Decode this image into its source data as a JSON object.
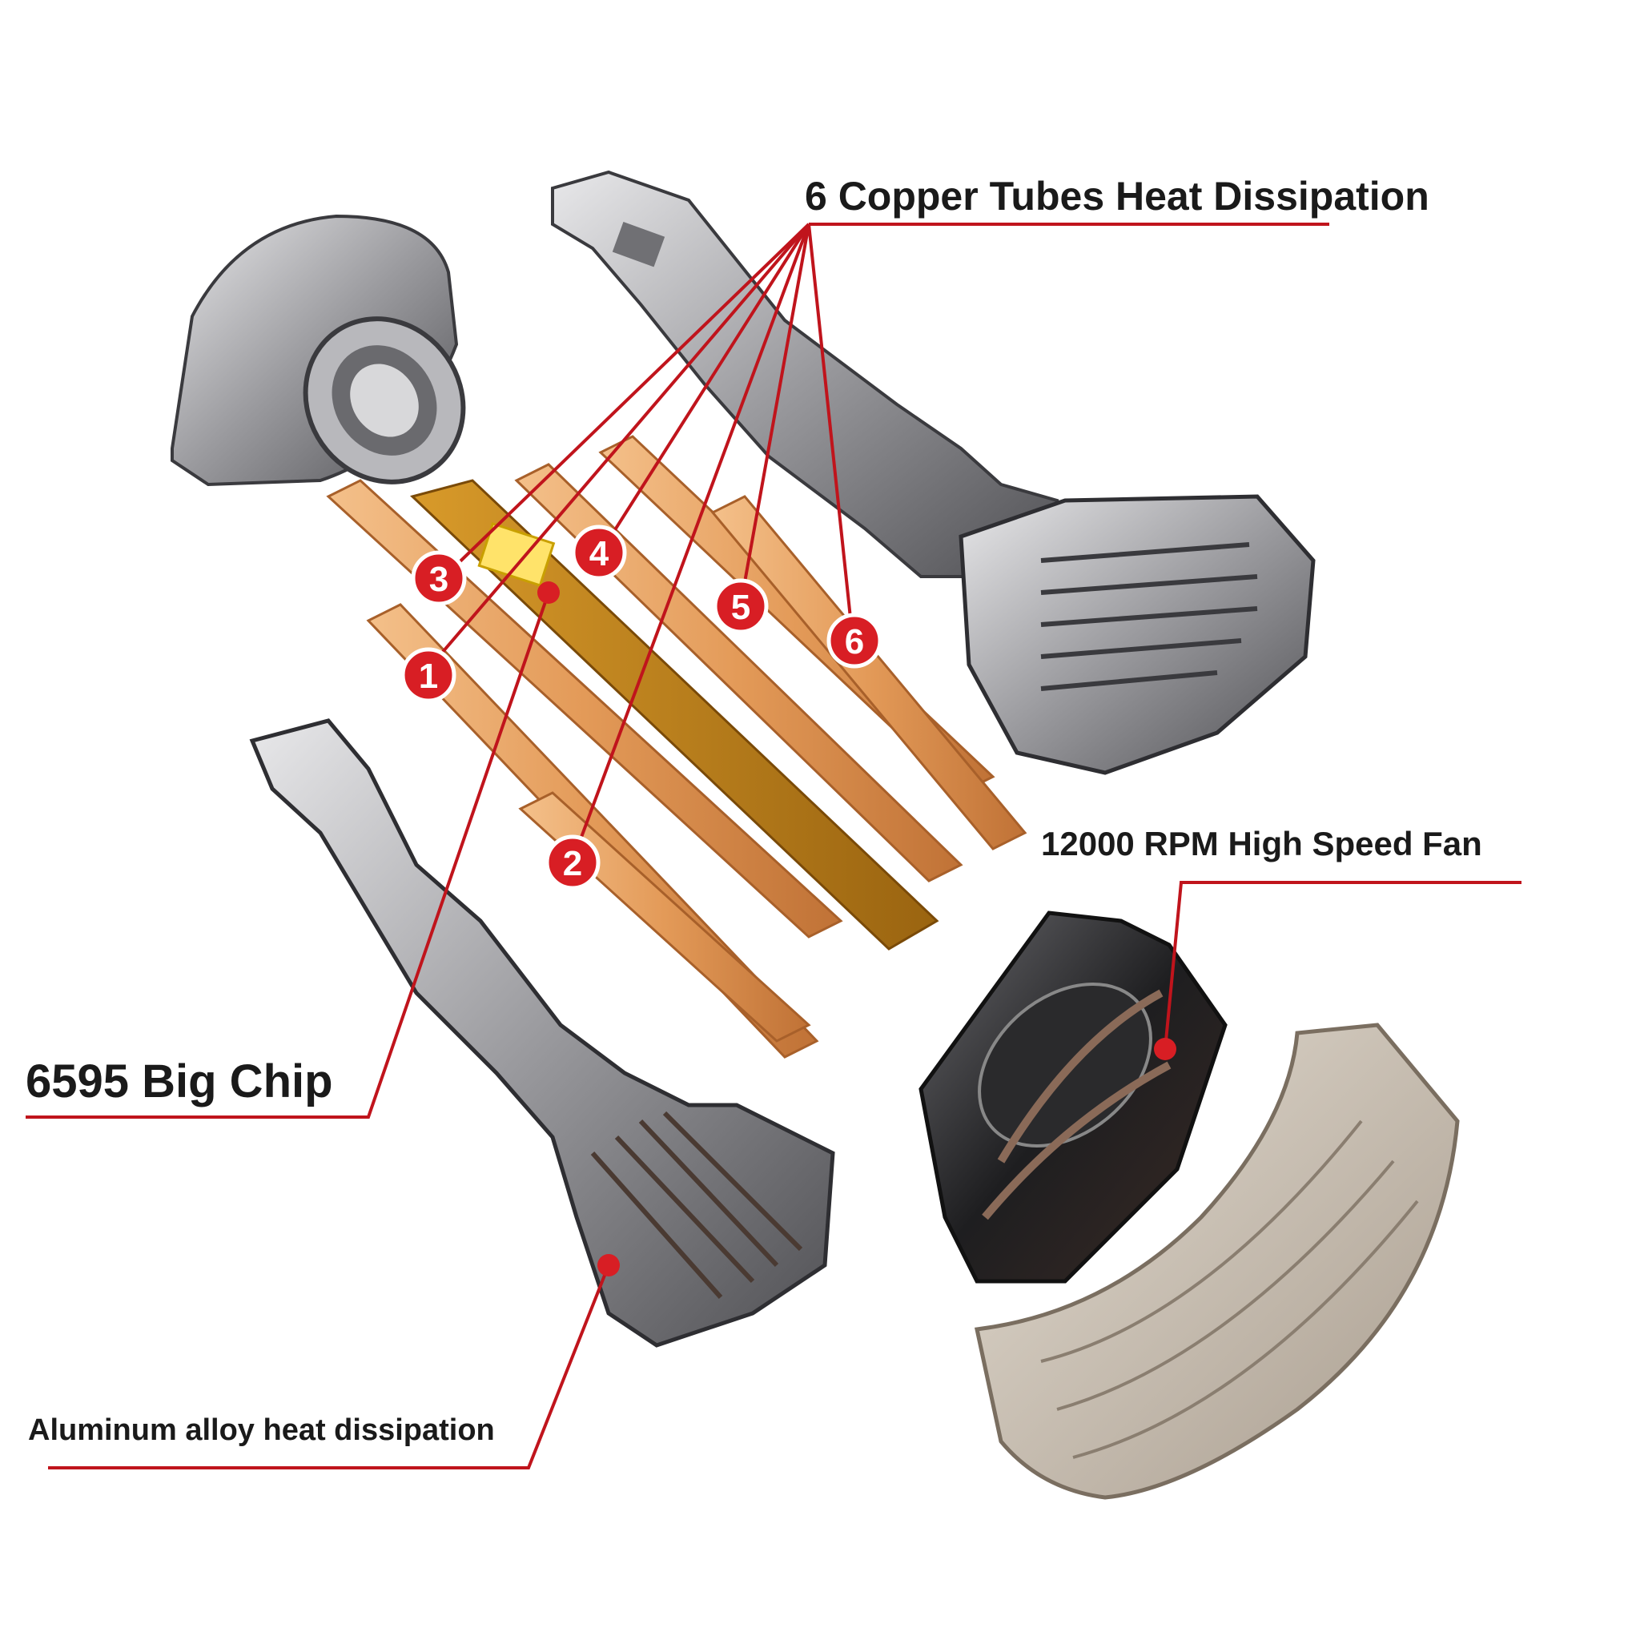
{
  "labels": {
    "copper_tubes": "6 Copper Tubes Heat Dissipation",
    "fan": "12000 RPM High Speed Fan",
    "chip": "6595 Big Chip",
    "aluminum": "Aluminum alloy heat dissipation"
  },
  "markers": [
    "1",
    "2",
    "3",
    "4",
    "5",
    "6"
  ],
  "colors": {
    "leader": "#c0141c",
    "marker": "#d81e24",
    "copper": "#e8a060",
    "copper_dark": "#c87a3c",
    "metal": "#a8a8ac",
    "metal_dark": "#4a4a4e",
    "shroud": "#c9c0b4"
  }
}
